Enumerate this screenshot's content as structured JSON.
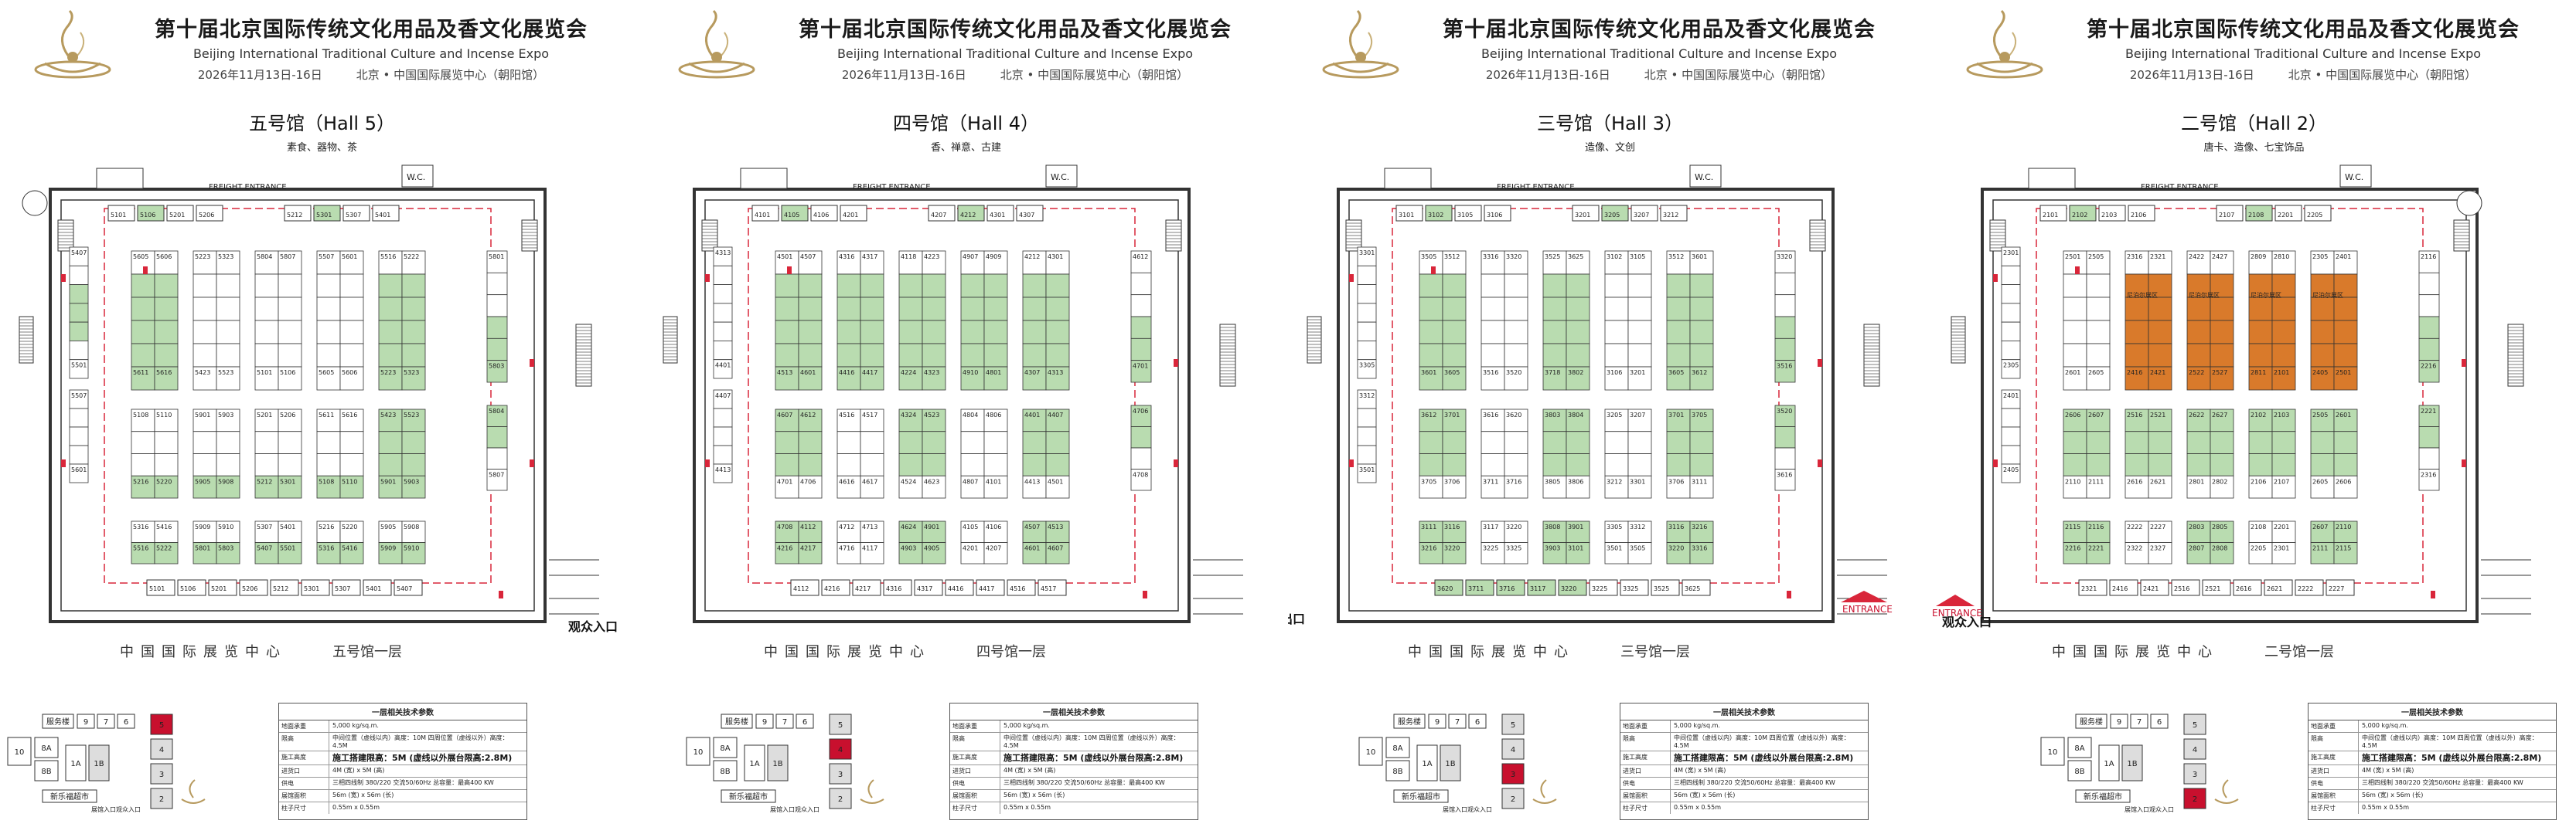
{
  "header": {
    "title_cn": "第十届北京国际传统文化用品及香文化展览会",
    "title_en": "Beijing International Traditional Culture and Incense Expo",
    "date": "2026年11月13日-16日",
    "venue": "北京 • 中国国际展览中心（朝阳馆）"
  },
  "panels": [
    {
      "hall_title": "五号馆（Hall 5）",
      "hall_subtitle": "素食、器物、茶",
      "freight": "FREIGHT ENTRANCE",
      "wc": "W.C.",
      "caption": "中国国际展览中心",
      "floor": "五号馆一层",
      "exit": "观众入口",
      "active_hall": "5",
      "booths": [
        "5101",
        "5106",
        "5201",
        "5206",
        "5212",
        "5301",
        "5307",
        "5401",
        "5407",
        "5501",
        "5507",
        "5601",
        "5605",
        "5606",
        "5611",
        "5616",
        "5108",
        "5110",
        "5216",
        "5220",
        "5316",
        "5416",
        "5516",
        "5222",
        "5223",
        "5323",
        "5423",
        "5523",
        "5901",
        "5903",
        "5905",
        "5908",
        "5909",
        "5910",
        "5801",
        "5803",
        "5804",
        "5807"
      ]
    },
    {
      "hall_title": "四号馆（Hall 4）",
      "hall_subtitle": "香、禅意、古建",
      "freight": "FREIGHT ENTRANCE",
      "wc": "W.C.",
      "caption": "中国国际展览中心",
      "floor": "四号馆一层",
      "exit": "",
      "active_hall": "4",
      "booths": [
        "4101",
        "4105",
        "4106",
        "4201",
        "4207",
        "4212",
        "4301",
        "4307",
        "4313",
        "4401",
        "4407",
        "4413",
        "4501",
        "4507",
        "4513",
        "4601",
        "4607",
        "4612",
        "4701",
        "4706",
        "4708",
        "4112",
        "4216",
        "4217",
        "4316",
        "4317",
        "4416",
        "4417",
        "4516",
        "4517",
        "4616",
        "4617",
        "4712",
        "4713",
        "4716",
        "4117",
        "4118",
        "4223",
        "4224",
        "4323",
        "4324",
        "4523",
        "4524",
        "4623",
        "4624",
        "4901",
        "4903",
        "4905",
        "4907",
        "4909",
        "4910",
        "4801",
        "4804",
        "4806",
        "4807"
      ]
    },
    {
      "hall_title": "三号馆（Hall 3）",
      "hall_subtitle": "造像、文创",
      "freight": "FREIGHT ENTRANCE",
      "wc": "W.C.",
      "caption": "中国国际展览中心",
      "floor": "三号馆一层",
      "exit": "观众出口",
      "entrance": "ENTRANCE",
      "active_hall": "3",
      "booths": [
        "3101",
        "3102",
        "3105",
        "3106",
        "3201",
        "3205",
        "3207",
        "3212",
        "3301",
        "3305",
        "3312",
        "3501",
        "3505",
        "3512",
        "3601",
        "3605",
        "3612",
        "3701",
        "3705",
        "3706",
        "3111",
        "3116",
        "3216",
        "3220",
        "3316",
        "3320",
        "3516",
        "3520",
        "3616",
        "3620",
        "3711",
        "3716",
        "3117",
        "3220",
        "3225",
        "3325",
        "3525",
        "3625",
        "3718",
        "3802",
        "3803",
        "3804",
        "3805",
        "3806",
        "3808",
        "3901",
        "3903"
      ]
    },
    {
      "hall_title": "二号馆（Hall 2）",
      "hall_subtitle": "唐卡、造像、七宝饰品",
      "freight": "FREIGHT ENTRANCE",
      "wc": "W.C.",
      "caption": "中国国际展览中心",
      "floor": "二号馆一层",
      "exit": "观众入口",
      "entrance": "ENTRANCE",
      "active_hall": "2",
      "pavilion_label": "尼泊尔展区",
      "booths": [
        "2101",
        "2102",
        "2103",
        "2106",
        "2107",
        "2108",
        "2201",
        "2205",
        "2301",
        "2305",
        "2401",
        "2405",
        "2501",
        "2505",
        "2601",
        "2605",
        "2606",
        "2607",
        "2110",
        "2111",
        "2115",
        "2116",
        "2216",
        "2221",
        "2316",
        "2321",
        "2416",
        "2421",
        "2516",
        "2521",
        "2616",
        "2621",
        "2222",
        "2227",
        "2322",
        "2327",
        "2422",
        "2427",
        "2522",
        "2527",
        "2622",
        "2627",
        "2801",
        "2802",
        "2803",
        "2805",
        "2807",
        "2808",
        "2809",
        "2810",
        "2811"
      ]
    }
  ],
  "mini_map": {
    "labels": [
      "服务楼",
      "9",
      "7",
      "6",
      "5",
      "4",
      "3",
      "2",
      "10",
      "8A",
      "8B",
      "1A",
      "1B",
      "新乐福超市",
      "展馆入口",
      "观众入口"
    ]
  },
  "spec": {
    "heading": "一层相关技术参数",
    "rows": [
      {
        "k": "地面承重",
        "v": "5,000 kg/sq.m."
      },
      {
        "k": "限高",
        "v": "中间位置（虚线以内）高度：10M  四周位置（虚线以外）高度：4.5M"
      },
      {
        "k": "施工高度",
        "v": "施工搭建限高：5M (虚线以外展台限高:2.8M)"
      },
      {
        "k": "进货口",
        "v": "4M (宽) x 5M (高)"
      },
      {
        "k": "供电",
        "v": "三相四线制 380/220 交流50/60Hz  总容量：最高400 KW"
      },
      {
        "k": "展馆面积",
        "v": "56m (宽) x 56m (长)"
      },
      {
        "k": "柱子尺寸",
        "v": "0.55m x 0.55m"
      }
    ]
  },
  "colors": {
    "booth_green": "#b9dcb0",
    "booth_orange": "#d97a2b",
    "aisle_red": "#d9263a",
    "wall": "#333333",
    "active_hall": "#c8102e"
  }
}
